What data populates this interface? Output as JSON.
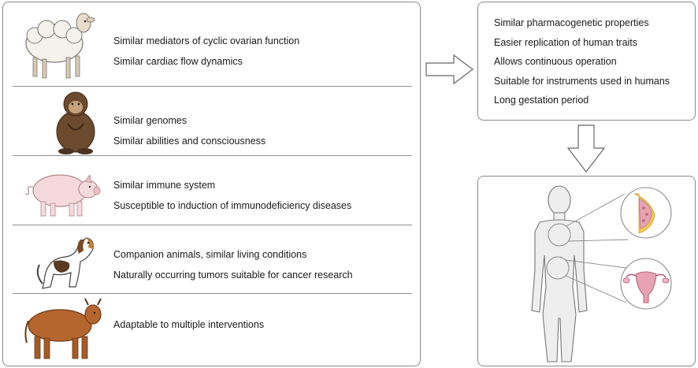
{
  "animals": [
    {
      "icon": "sheep-icon",
      "traits": [
        "Similar mediators of cyclic ovarian  function",
        "Similar cardiac flow dynamics"
      ]
    },
    {
      "icon": "chimpanzee-icon",
      "traits": [
        "Similar genomes",
        "Similar abilities and consciousness"
      ]
    },
    {
      "icon": "pig-icon",
      "traits": [
        "Similar immune system",
        "Susceptible to induction of immunodeficiency diseases"
      ]
    },
    {
      "icon": "dog-icon",
      "traits": [
        "Companion animals, similar living conditions",
        "Naturally occurring tumors suitable for cancer research"
      ]
    },
    {
      "icon": "cow-icon",
      "traits": [
        "Adaptable to multiple interventions"
      ]
    }
  ],
  "properties": [
    "Similar pharmacogenetic properties",
    "Easier replication of human traits",
    "Allows continuous operation",
    "Suitable for instruments used in humans",
    "Long gestation period"
  ],
  "colors": {
    "border": "#8a8a8a",
    "pig": "#f6d9dc",
    "cow": "#b5652e",
    "chimp": "#6b4a2e",
    "tissue": "#e8a3b3",
    "fat": "#f2c94c",
    "body": "#eeeeee"
  }
}
